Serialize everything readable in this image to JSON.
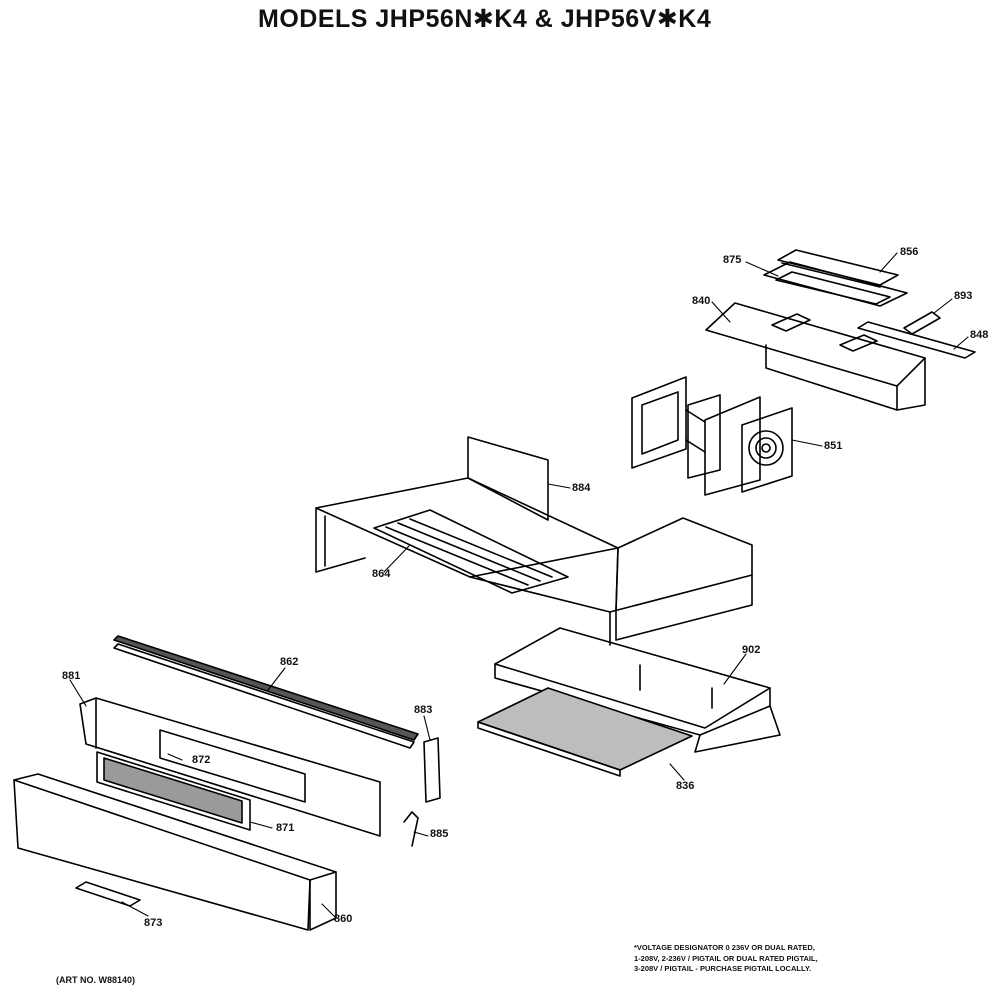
{
  "title": "MODELS JHP56N✱K4 & JHP56V✱K4",
  "art_number": "(ART NO. W88140)",
  "note_lines": [
    "*VOLTAGE DESIGNATOR 0 236V OR DUAL RATED,",
    "1-208V, 2-236V / PIGTAIL OR DUAL RATED PIGTAIL,",
    "3-208V / PIGTAIL - PURCHASE PIGTAIL LOCALLY."
  ],
  "part_labels": {
    "p856": "856",
    "p875": "875",
    "p893": "893",
    "p840": "840",
    "p848": "848",
    "p851": "851",
    "p884": "884",
    "p864": "864",
    "p902": "902",
    "p862": "862",
    "p881": "881",
    "p883": "883",
    "p872": "872",
    "p871": "871",
    "p885": "885",
    "p836": "836",
    "p873": "873",
    "p860": "860"
  }
}
